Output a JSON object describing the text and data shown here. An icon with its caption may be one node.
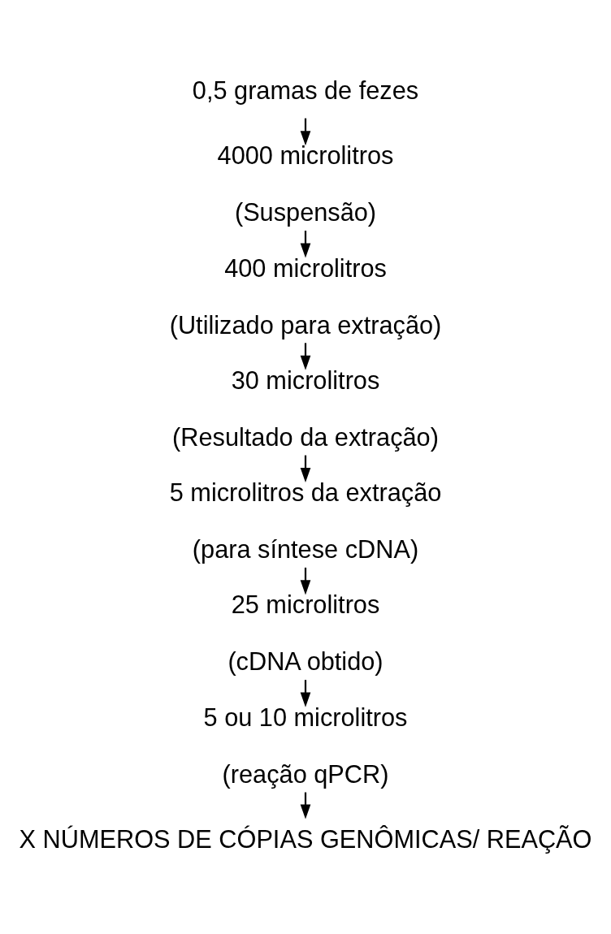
{
  "diagram": {
    "nodes": [
      {
        "text": [
          "0,5 gramas de fezes"
        ]
      },
      {
        "text": [
          "4000 microlitros",
          "(Suspensão)"
        ]
      },
      {
        "text": [
          "400 microlitros",
          "(Utilizado para extração)"
        ]
      },
      {
        "text": [
          "30 microlitros",
          "(Resultado da extração)"
        ]
      },
      {
        "text": [
          "5 microlitros da extração",
          "(para síntese cDNA)"
        ]
      },
      {
        "text": [
          "25 microlitros",
          "(cDNA obtido)"
        ]
      },
      {
        "text": [
          "5 ou 10 microlitros",
          "(reação qPCR)"
        ]
      },
      {
        "text": [
          "X NÚMEROS DE CÓPIAS GENÔMICAS/ REAÇÃO"
        ]
      }
    ],
    "edges": [
      {
        "from": 0,
        "to": 1,
        "arrow": "to"
      },
      {
        "from": 1,
        "to": 2,
        "arrow": "to"
      },
      {
        "from": 2,
        "to": 3,
        "arrow": "to"
      },
      {
        "from": 3,
        "to": 4,
        "arrow": "to"
      },
      {
        "from": 4,
        "to": 5,
        "arrow": "to"
      },
      {
        "from": 5,
        "to": 6,
        "arrow": "to"
      },
      {
        "from": 6,
        "to": 7,
        "arrow": "to"
      }
    ]
  }
}
